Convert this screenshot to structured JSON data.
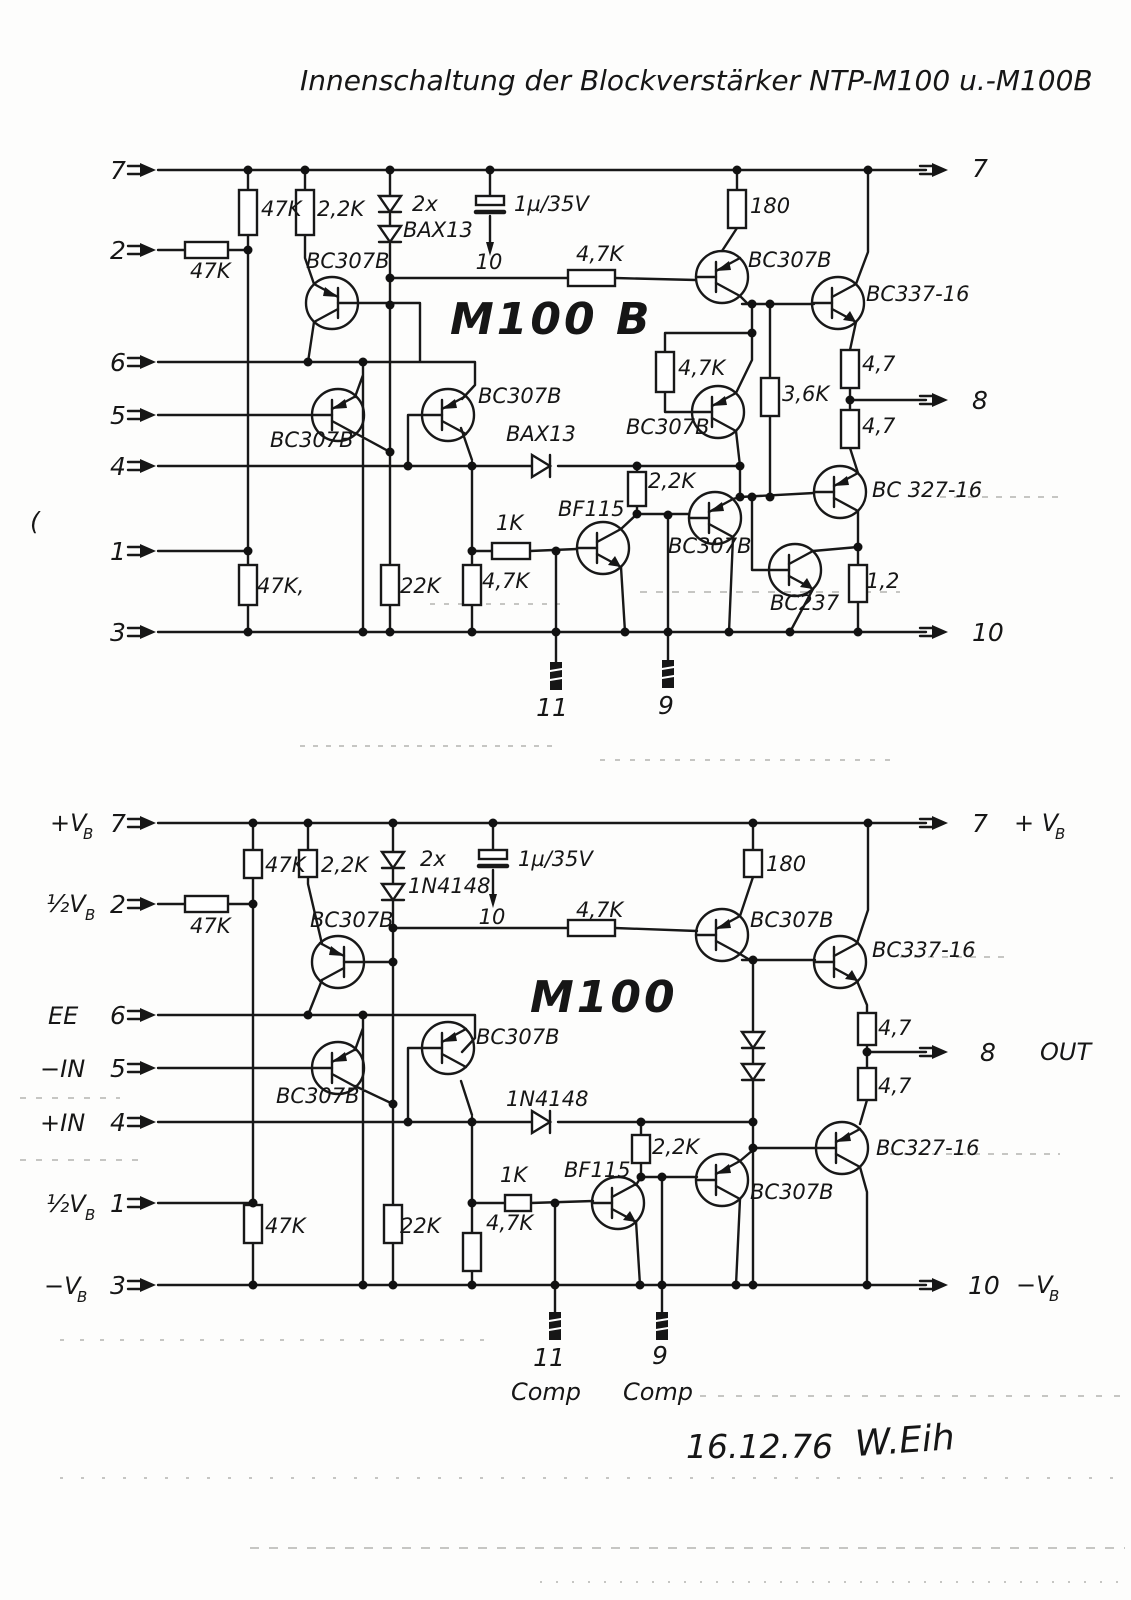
{
  "title": "Innenschaltung der Blockverstärker   NTP-M100 u.-M100B",
  "m100b": {
    "model": "M100 B",
    "pin_l7": "7",
    "pin_l2": "2",
    "pin_l6": "6",
    "pin_l5": "5",
    "pin_l4": "4",
    "pin_l1": "1",
    "pin_l3": "3",
    "pin_r7": "7",
    "pin_r8": "8",
    "pin_r10": "10",
    "pin_b11": "11",
    "pin_b9": "9",
    "r47k_top": "47K",
    "r2k2_top": "2,2K",
    "d_pair_qty": "2x",
    "d_pair": "BAX13",
    "cap": "1µ/35V",
    "cap_dest": "10",
    "r47k_in": "47K",
    "q_in_a": "BC307B",
    "r4k7_link": "4,7K",
    "q_drv": "BC307B",
    "r180": "180",
    "q_out_top": "BC337-16",
    "r4k7_fb": "4,7K",
    "q_fb": "BC307B",
    "r3k6": "3,6K",
    "r4_7_a": "4,7",
    "r4_7_b": "4,7",
    "q_in_b": "BC307B",
    "q_in_c": "BC307B",
    "d_series": "BAX13",
    "r2k2_b": "2,2K",
    "q_bf": "BF115",
    "r1k": "1K",
    "q_drv2": "BC307B",
    "q_out_bot": "BC 327-16",
    "q_prot": "BC237",
    "r1_2": "1,2",
    "r47k_bot": "47K,",
    "r22k": "22K",
    "r4k7_bot": "4,7K"
  },
  "m100": {
    "model": "M100",
    "sig_7_main": "+V",
    "sig_7_sub": "B",
    "sig_2_main": "½V",
    "sig_2_sub": "B",
    "sig_6": "EE",
    "sig_5": "−IN",
    "sig_4": "+IN",
    "sig_1_main": "½V",
    "sig_1_sub": "B",
    "sig_3_main": "−V",
    "sig_3_sub": "B",
    "pin_l7": "7",
    "pin_l2": "2",
    "pin_l6": "6",
    "pin_l5": "5",
    "pin_l4": "4",
    "pin_l1": "1",
    "pin_l3": "3",
    "pin_r7": "7",
    "pin_r8": "8",
    "pin_r10": "10",
    "vb_r7_main": "+ V",
    "vb_r7_sub": "B",
    "out": "OUT",
    "vb_r10_main": "−V",
    "vb_r10_sub": "B",
    "pin_b11": "11",
    "pin_b9": "9",
    "comp_11": "Comp",
    "comp_9": "Comp",
    "r47k_top": "47K",
    "r2k2_top": "2,2K",
    "d_pair_qty": "2x",
    "d_pair": "1N4148",
    "cap": "1µ/35V",
    "cap_dest": "10",
    "r47k_in": "47K",
    "q_in_a": "BC307B",
    "r4k7_link": "4,7K",
    "q_drv": "BC307B",
    "r180": "180",
    "q_out_top": "BC337-16",
    "q_in_b": "BC307B",
    "q_in_c": "BC307B",
    "d_series": "1N4148",
    "r2k2_b": "2,2K",
    "q_bf": "BF115",
    "r1k": "1K",
    "q_drv2": "BC307B",
    "q_out_bot": "BC327-16",
    "r4_7_a": "4,7",
    "r4_7_b": "4,7",
    "r47k_bot": "47K",
    "r22k": "22K",
    "r4k7_bot": "4,7K"
  },
  "marks": {
    "paren": "("
  },
  "footer": {
    "date": "16.12.76",
    "signature": "W.Eih"
  }
}
